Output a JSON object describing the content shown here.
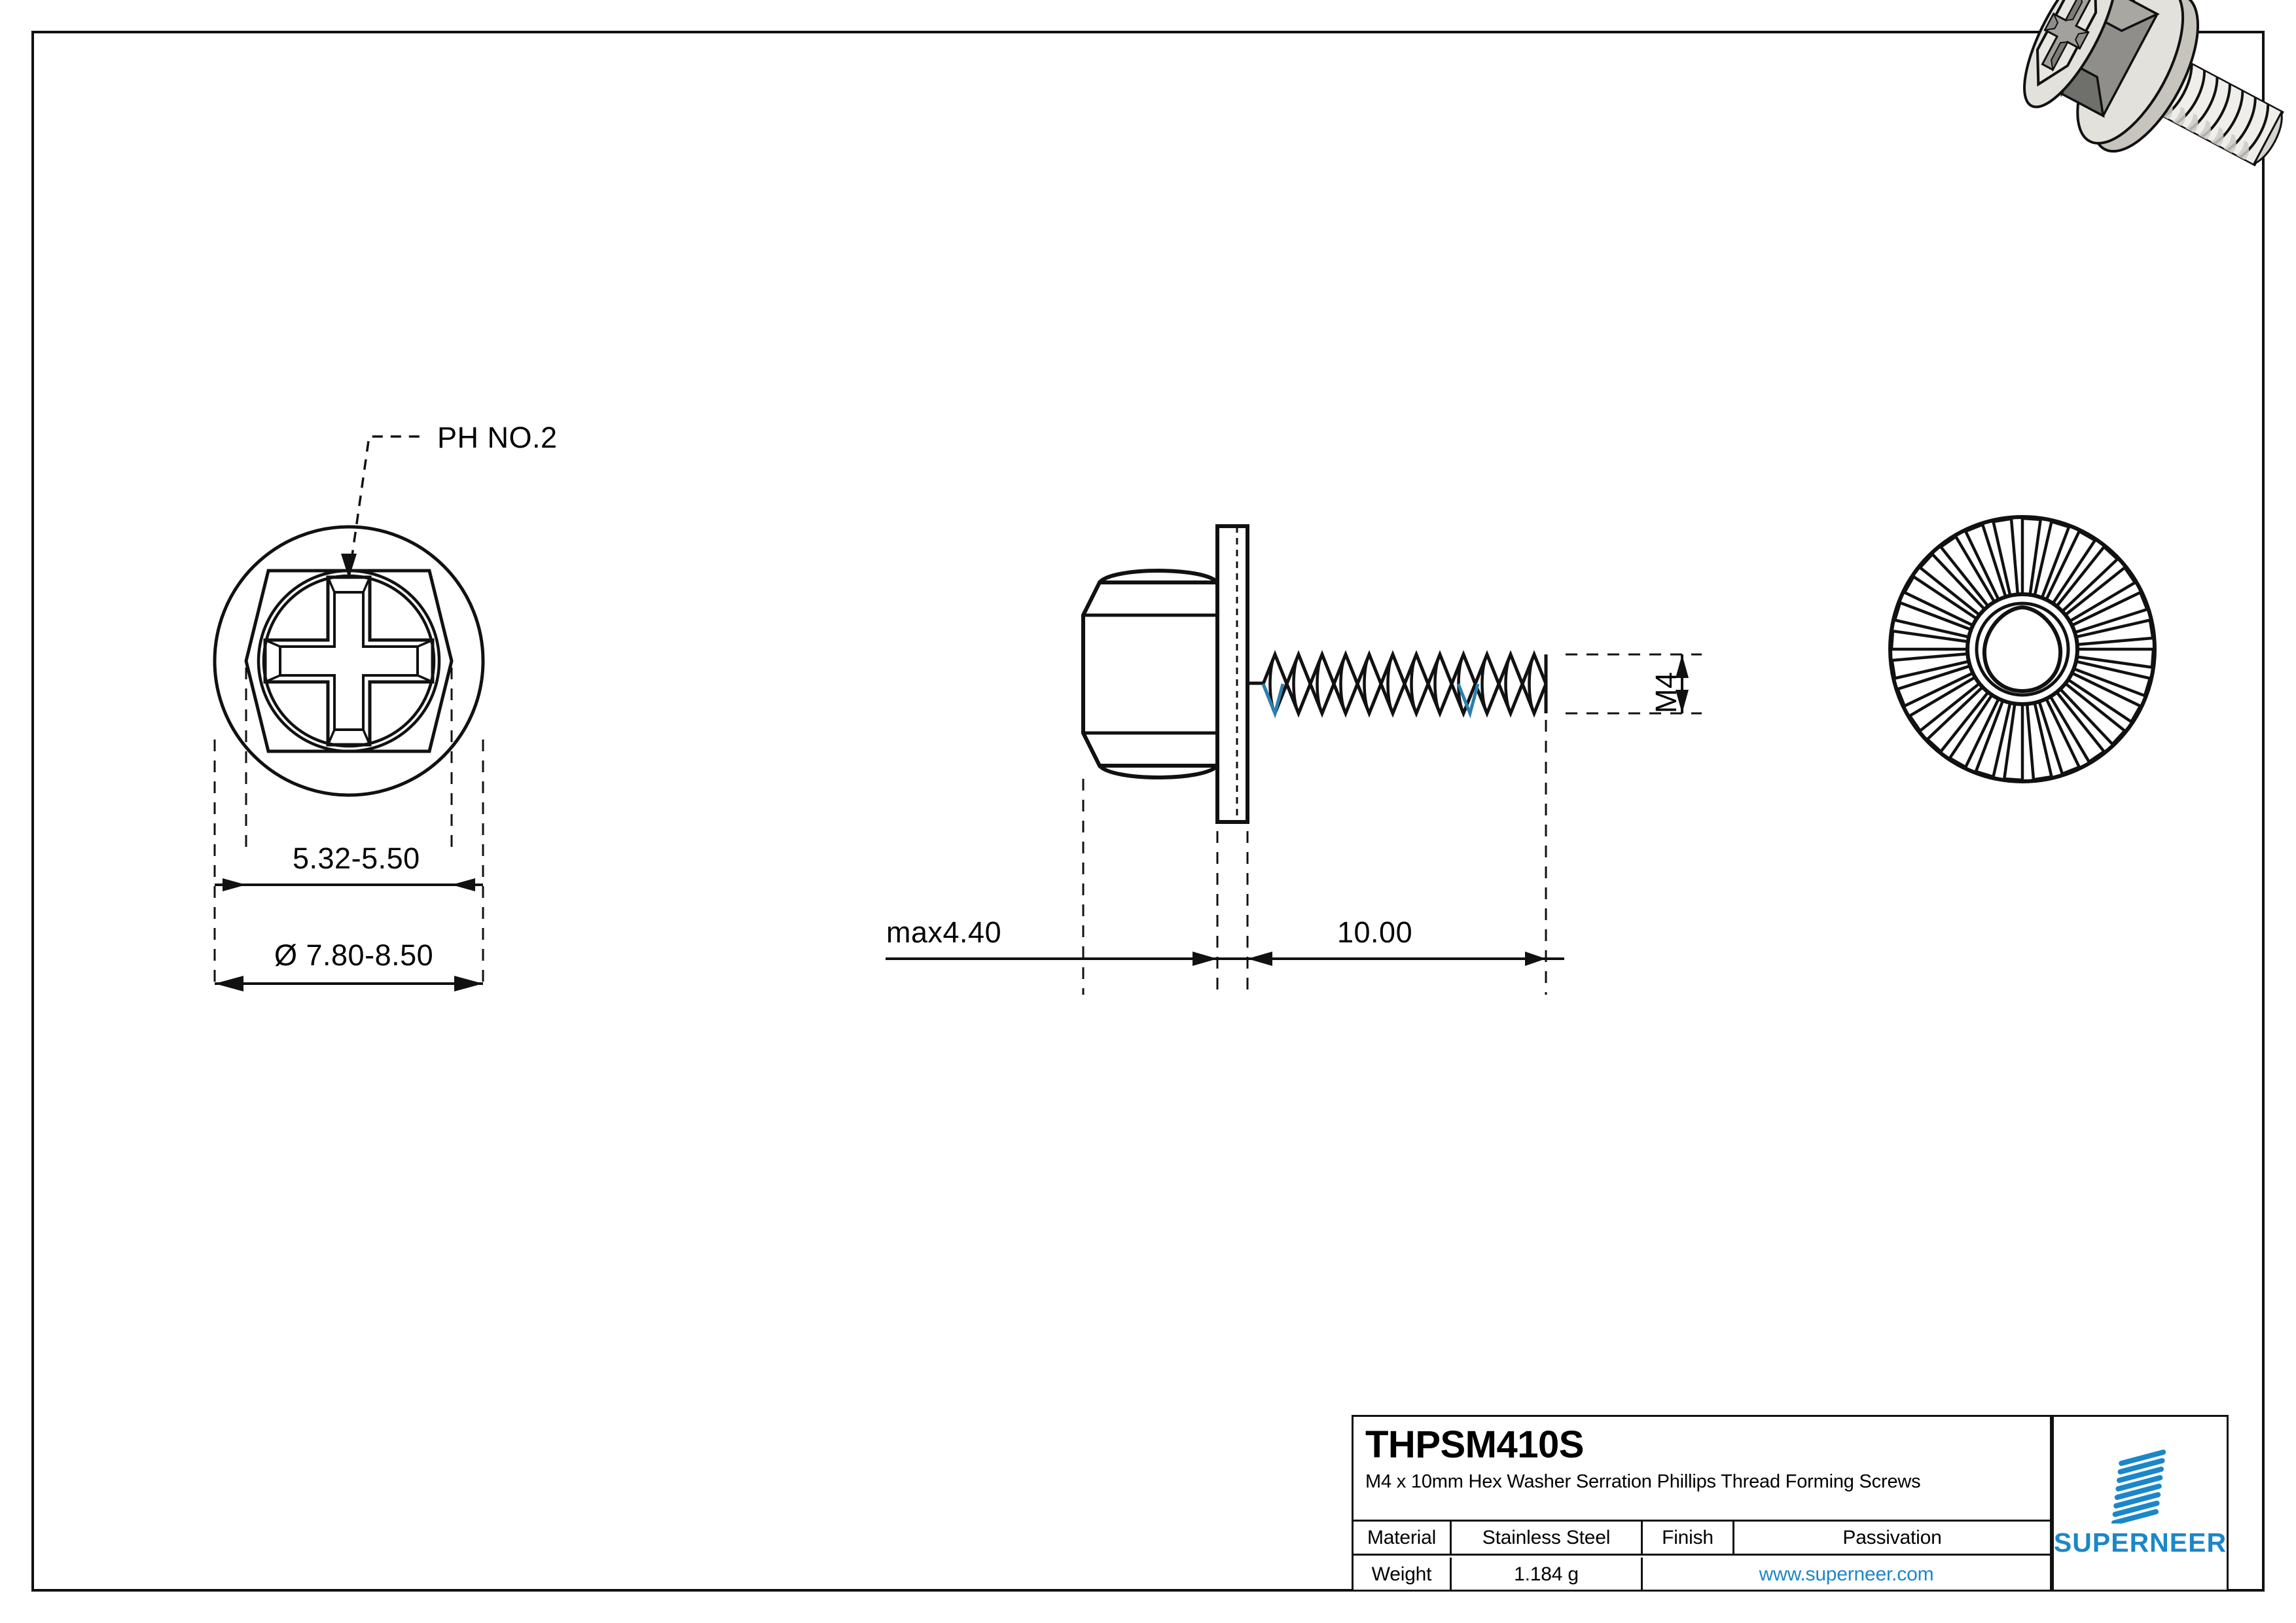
{
  "drawing": {
    "views": {
      "head_view": {
        "callout": "PH NO.2",
        "dim_across_flats": "5.32-5.50",
        "dim_washer_diameter": "Ø 7.80-8.50"
      },
      "side_view": {
        "dim_head_height": "max4.40",
        "dim_thread_length": "10.00",
        "dim_thread_size": "M4"
      },
      "serration_view": {
        "teeth_count": 28
      },
      "iso_view": {
        "label": "hex-washer-serration-phillips-screw-3d"
      }
    }
  },
  "title_block": {
    "part_number": "THPSM410S",
    "description": "M4 x 10mm Hex Washer Serration Phillips Thread Forming Screws",
    "rows": [
      {
        "label": "Material",
        "value": "Stainless Steel",
        "label2": "Finish",
        "value2": "Passivation"
      },
      {
        "label": "Weight",
        "value": "1.184 g",
        "website": "www.superneer.com"
      }
    ]
  },
  "logo": {
    "wordmark": "SUPERNEER",
    "color": "#1b87c9",
    "bars": 8
  },
  "colors": {
    "line": "#111111",
    "accent_blue": "#1b87c9",
    "thread_accent": "#2b7fb0",
    "iso_light": "#e3e1dc",
    "iso_mid": "#a8a8a4",
    "iso_dark": "#6f6f6c",
    "iso_darkest": "#4a4a48"
  }
}
